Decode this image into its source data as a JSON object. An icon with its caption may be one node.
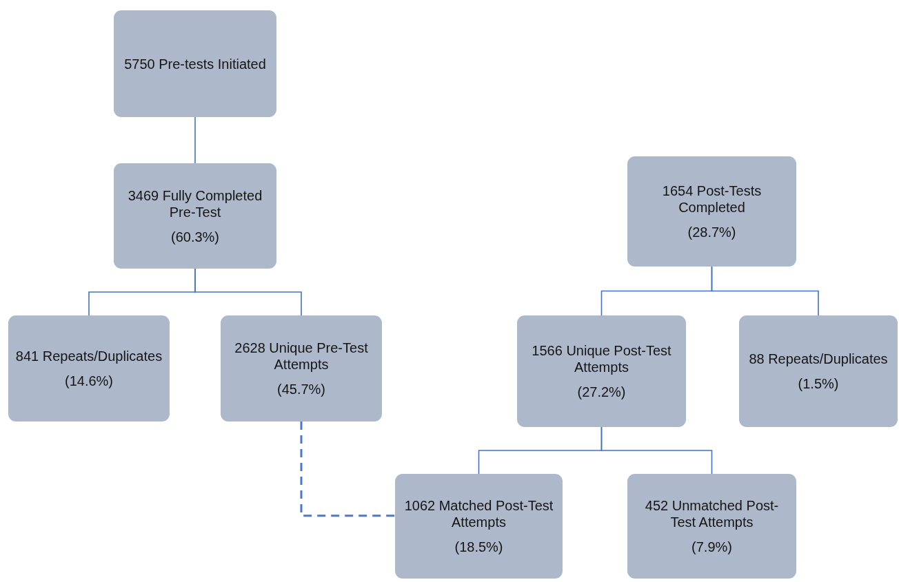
{
  "diagram": {
    "nodes": [
      {
        "text": [
          "5750 Pre-tests Initiated"
        ]
      },
      {
        "text": [
          "3469 Fully Completed Pre-Test",
          "(60.3%)"
        ]
      },
      {
        "text": [
          "841 Repeats/Duplicates",
          "(14.6%)"
        ]
      },
      {
        "text": [
          "2628 Unique Pre-Test Attempts",
          "(45.7%)"
        ]
      },
      {
        "text": [
          "1654 Post-Tests Completed",
          "(28.7%)"
        ]
      },
      {
        "text": [
          "1566 Unique Post-Test Attempts",
          "(27.2%)"
        ]
      },
      {
        "text": [
          "88 Repeats/Duplicates",
          "(1.5%)"
        ]
      },
      {
        "text": [
          "1062 Matched Post-Test Attempts",
          "(18.5%)"
        ]
      },
      {
        "text": [
          "452 Unmatched Post-Test Attempts",
          "(7.9%)"
        ]
      }
    ],
    "edges": [
      {
        "from": 0,
        "to": 1,
        "arrow": "none"
      },
      {
        "from": 1,
        "to": 2,
        "arrow": "none"
      },
      {
        "from": 1,
        "to": 3,
        "arrow": "none"
      },
      {
        "from": 4,
        "to": 5,
        "arrow": "none"
      },
      {
        "from": 4,
        "to": 6,
        "arrow": "none"
      },
      {
        "from": 5,
        "to": 7,
        "arrow": "none"
      },
      {
        "from": 5,
        "to": 8,
        "arrow": "none"
      },
      {
        "from": 3,
        "to": 7,
        "arrow": "none",
        "style": "dashed"
      }
    ]
  }
}
